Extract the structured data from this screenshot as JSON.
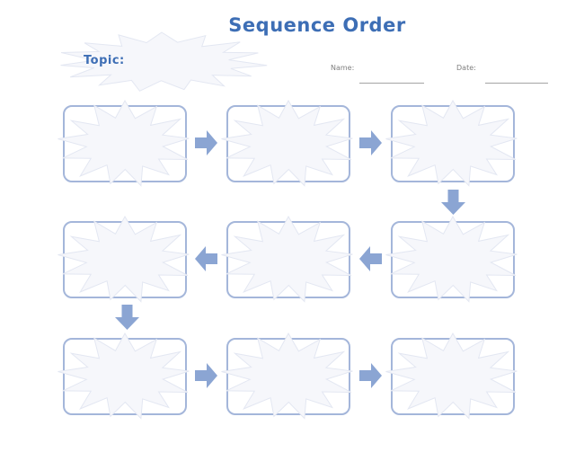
{
  "title": "Sequence Order",
  "topic": {
    "label": "Topic:",
    "value": ""
  },
  "fields": {
    "name_label": "Name:",
    "name_value": "",
    "date_label": "Date:",
    "date_value": ""
  },
  "sequence": {
    "flow": [
      "right",
      "right",
      "down",
      "left",
      "left",
      "down",
      "right",
      "right"
    ],
    "steps": [
      {
        "value": ""
      },
      {
        "value": ""
      },
      {
        "value": ""
      },
      {
        "value": ""
      },
      {
        "value": ""
      },
      {
        "value": ""
      },
      {
        "value": ""
      },
      {
        "value": ""
      },
      {
        "value": ""
      }
    ]
  },
  "colors": {
    "accent_blue": "#3d6eb5",
    "box_border": "#a4b6da",
    "arrow_fill": "#8ba5d3",
    "burst_fill": "#f6f7fb",
    "burst_stroke": "#e3e7f2",
    "label_gray": "#7f7f7f",
    "line_gray": "#a5a5a5"
  }
}
